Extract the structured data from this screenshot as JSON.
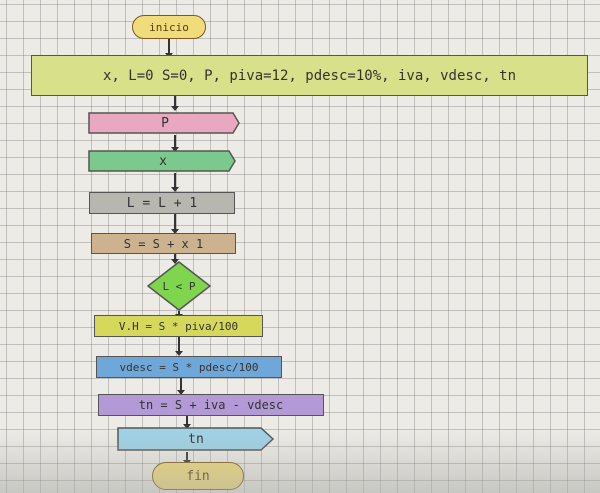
{
  "flowchart": {
    "start": "inicio",
    "init": "x, L=0  S=0, P, piva=12, pdesc=10%, iva, vdesc, tn",
    "input_p": "P",
    "input_x": "x",
    "counter": "L = L + 1",
    "sum": "S = S + x 1",
    "decision": "L < P",
    "iva": "V.H = S * piva/100",
    "vdesc": "vdesc = S * pdesc/100",
    "total": "tn = S + iva - vdesc",
    "output": "tn",
    "end": "fin"
  },
  "colors": {
    "paper": "#ecebe6",
    "init": "#d9e08a",
    "input_p": "#e9a8c0",
    "input_x": "#7cc98d",
    "counter": "#b7b7b0",
    "sum": "#ccb28e",
    "decision": "#7fd64e",
    "iva": "#d6d85c",
    "vdesc": "#6fa8d8",
    "total": "#b39ad6",
    "output": "#9fd2e6",
    "terminal": "#f0dc7a"
  }
}
